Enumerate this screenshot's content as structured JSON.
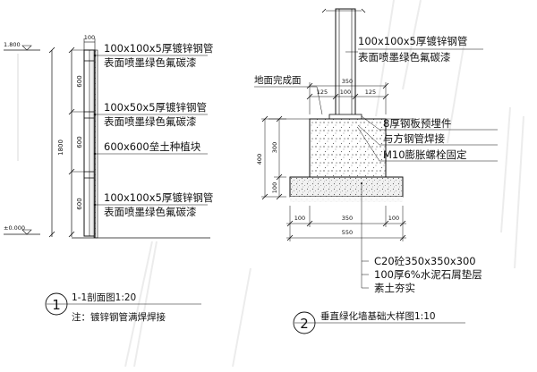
{
  "section1": {
    "elev_top": "1.800",
    "elev_zero": "±0.000",
    "dim_top": "100",
    "dim_total": "1800",
    "dim_600_a": "600",
    "dim_600_b": "600",
    "dim_600_c": "600",
    "callout_1a": "100x100x5厚镀锌钢管",
    "callout_1b": "表面喷墨绿色氟碳漆",
    "callout_2a": "100x50x5厚镀锌钢管",
    "callout_2b": "表面喷墨绿色氟碳漆",
    "callout_3": "600x600垒土种植块",
    "callout_4a": "100x100x5厚镀锌钢管",
    "callout_4b": "表面喷墨绿色氟碳漆",
    "number": "1",
    "title": "1-1剖面图1:20",
    "note": "注：镀锌钢管满焊焊接"
  },
  "section2": {
    "callout_top_a": "100x100x5厚镀锌钢管",
    "callout_top_b": "表面喷墨绿色氟碳漆",
    "ground_label": "地面完成面",
    "dim_350": "350",
    "dim_125_l": "125",
    "dim_100_mid": "100",
    "dim_125_r": "125",
    "dim_400": "400",
    "dim_300": "300",
    "dim_100_v": "100",
    "callout_plate_a": "8厚钢板预埋件",
    "callout_plate_b": "与方钢管焊接",
    "callout_plate_c": "M10膨胀螺栓固定",
    "dim_b_100_l": "100",
    "dim_b_350": "350",
    "dim_b_100_r": "100",
    "dim_b_550": "550",
    "layer_1": "C20砼350x350x300",
    "layer_2": "100厚6%水泥石屑垫层",
    "layer_3": "素土夯实",
    "number": "2",
    "title": "垂直绿化墙基础大样图1:10"
  }
}
